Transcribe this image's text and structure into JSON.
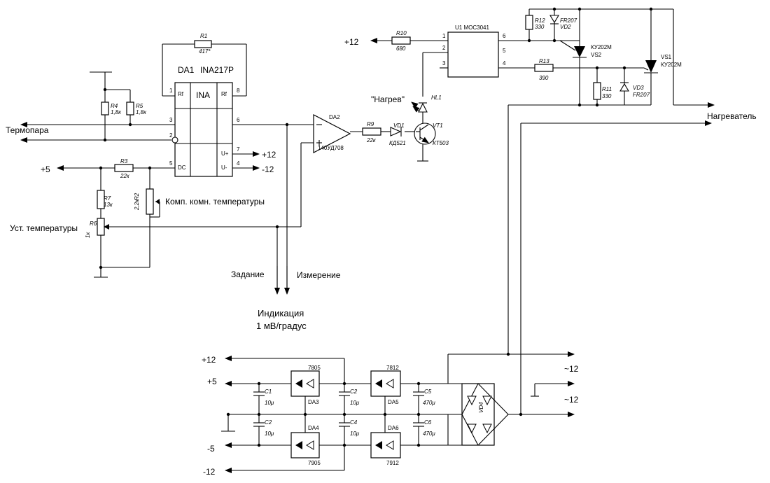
{
  "labels": {
    "thermocouple": "Термопара",
    "plus5_left": "+5",
    "temp_setting": "Уст. температуры",
    "room_comp": "Комп. комн. температуры",
    "setpoint": "Задание",
    "measurement": "Измерение",
    "indication": "Индикация",
    "indication_scale": "1 мВ/градус",
    "plus12_ina": "+12",
    "minus12_ina": "-12",
    "plus12_opto": "+12",
    "heating": "\"Нагрев\"",
    "heater": "Нагреватель",
    "ac12_top": "~12",
    "ac12_bottom": "~12",
    "psu_plus12": "+12",
    "psu_plus5": "+5",
    "psu_minus5": "-5",
    "psu_minus12": "-12"
  },
  "chips": {
    "da1_name": "DA1",
    "da1_part": "INA217P",
    "ina": "INA",
    "rf": "Rf",
    "dc": "DC",
    "u_plus": "U+",
    "u_minus": "U-",
    "da2_name": "DA2",
    "da2_part": "140УД708",
    "u1": "U1 MOC3041",
    "reg_7805": "7805",
    "reg_7812": "7812",
    "reg_7905": "7905",
    "reg_7912": "7912",
    "da3": "DA3",
    "da4": "DA4",
    "da5": "DA5",
    "da6": "DA6"
  },
  "pins": {
    "p1": "1",
    "p2": "2",
    "p3": "3",
    "p4": "4",
    "p5": "5",
    "p6": "6",
    "p7": "7",
    "p8": "8"
  },
  "parts": {
    "r1_name": "R1",
    "r1_val": "417*",
    "r4_name": "R4",
    "r4_val": "1,8к",
    "r5_name": "R5",
    "r5_val": "1,8к",
    "r3_name": "R3",
    "r3_val": "22к",
    "r7_name": "R7",
    "r7_val": "13к",
    "r6_name": "R6",
    "r6_val": "1к",
    "r2_name": "R2",
    "r2_val": "2,2к",
    "r9_name": "R9",
    "r9_val": "22к",
    "vd1_name": "VD1",
    "vd1_val": "КД521",
    "vt1_name": "VT1",
    "vt1_val": "КТ503",
    "hl1_name": "HL1",
    "r10_name": "R10",
    "r10_val": "680",
    "r12_name": "R12",
    "r12_val": "330",
    "vd2_name": "FR207",
    "vd2_val": "VD2",
    "r13_name": "R13",
    "r13_val": "390",
    "r11_name": "R11",
    "r11_val": "330",
    "vd3_name": "VD3",
    "vd3_val": "FR207",
    "vs2_name": "VS2",
    "vs2_part": "КУ202М",
    "vs1_name": "VS1",
    "vs1_part": "КУ202М",
    "c1_name": "C1",
    "c1_val": "10μ",
    "c2a_name": "C2",
    "c2a_val": "10μ",
    "c2b_name": "C2",
    "c2b_val": "10μ",
    "c4_name": "C4",
    "c4_val": "10μ",
    "c5_name": "C5",
    "c5_val": "470μ",
    "c6_name": "C6",
    "c6_val": "470μ",
    "vd4_name": "VD4"
  }
}
